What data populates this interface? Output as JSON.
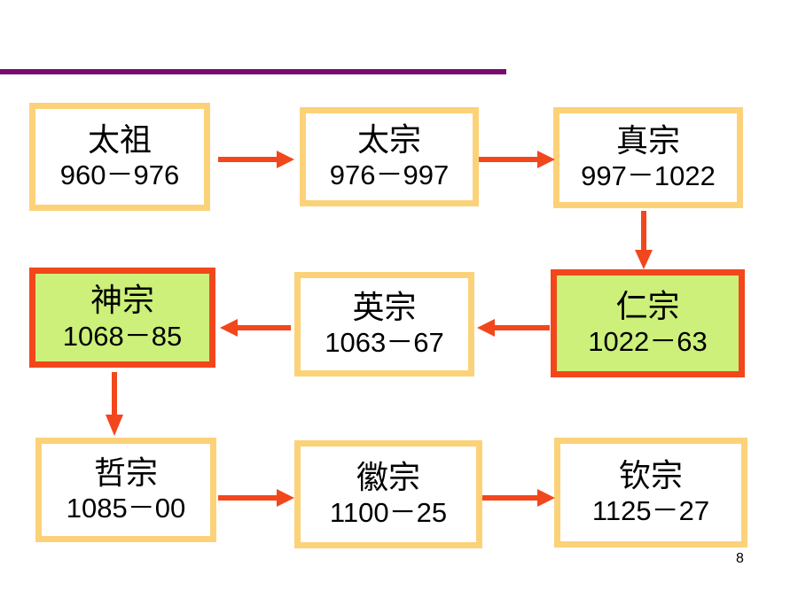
{
  "slide": {
    "page_number": "8",
    "colors": {
      "rule": "#7a0a6e",
      "box_border": "#fcd279",
      "highlight_fill": "#ccf07a",
      "highlight_border": "#f2471c",
      "arrow": "#f2471c"
    },
    "emperors": [
      {
        "name": "太祖",
        "years": "960－976",
        "highlight": false
      },
      {
        "name": "太宗",
        "years": "976－997",
        "highlight": false
      },
      {
        "name": "真宗",
        "years": "997－1022",
        "highlight": false
      },
      {
        "name": "仁宗",
        "years": "1022－63",
        "highlight": true
      },
      {
        "name": "英宗",
        "years": "1063－67",
        "highlight": false
      },
      {
        "name": "神宗",
        "years": "1068－85",
        "highlight": true
      },
      {
        "name": "哲宗",
        "years": "1085－00",
        "highlight": false
      },
      {
        "name": "徽宗",
        "years": "1100－25",
        "highlight": false
      },
      {
        "name": "钦宗",
        "years": "1125－27",
        "highlight": false
      }
    ]
  }
}
